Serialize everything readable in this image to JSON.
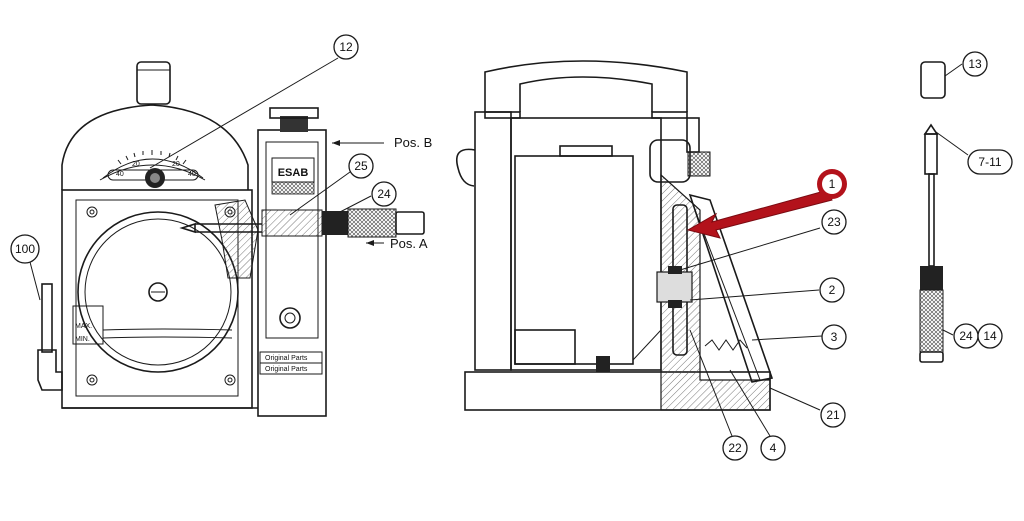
{
  "colors": {
    "line": "#1a1a1a",
    "hatch": "#555555",
    "highlight": "#b3121b",
    "background": "#ffffff"
  },
  "callouts": {
    "c12": "12",
    "c25": "25",
    "c24a": "24",
    "c100": "100",
    "c1": "1",
    "c23": "23",
    "c2": "2",
    "c3": "3",
    "c21": "21",
    "c22": "22",
    "c4": "4",
    "c13": "13",
    "c7_11": "7-11",
    "c24b": "24",
    "c14": "14"
  },
  "labels": {
    "pos_b": "Pos. B",
    "pos_a": "Pos. A",
    "brand": "ESAB",
    "level_max": "MAX.",
    "level_min": "MIN.",
    "original_parts_1": "Original Parts",
    "original_parts_2": "Original Parts",
    "dial_40_left": "40",
    "dial_20_left": "20",
    "dial_20_right": "20",
    "dial_40_right": "40"
  }
}
